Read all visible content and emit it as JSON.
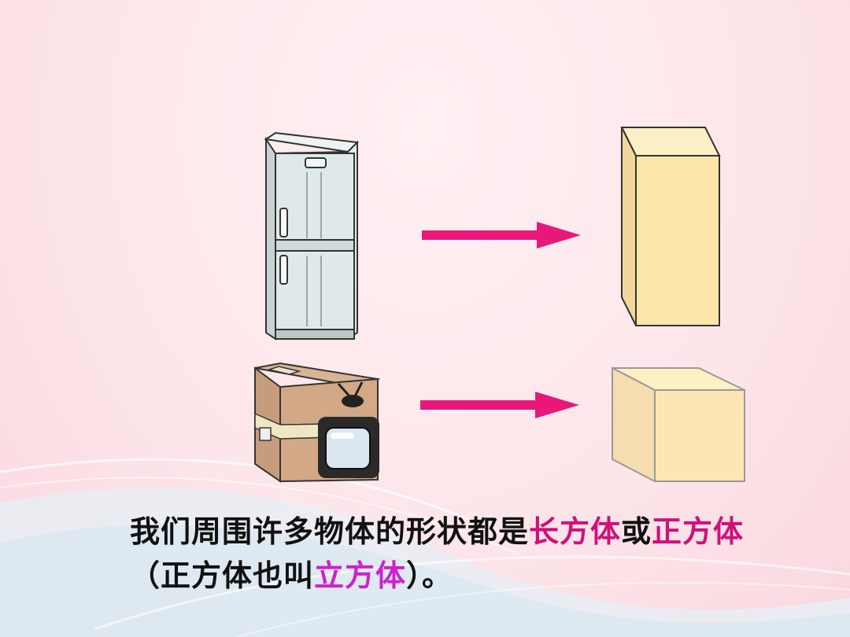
{
  "caption": {
    "line1_prefix": "我们周围许多物体的形状都是",
    "term_cuboid": "长方体",
    "connector": "或",
    "term_cube": "正方体",
    "line2_open": "（正方体也叫",
    "term_cube_alt": "立方体",
    "line2_close": "）。"
  },
  "colors": {
    "highlight": "#d0107a",
    "highlight_alt": "#cc22cc",
    "arrow": "#e8187a",
    "solid_fill": "#fde9b6",
    "background": "#fde4e8"
  },
  "icons": {
    "row1_object": "refrigerator-icon",
    "row2_object": "box-with-tv-icon",
    "row1_shape": "cuboid-icon",
    "row2_shape": "cube-icon",
    "connector": "right-arrow-icon"
  }
}
